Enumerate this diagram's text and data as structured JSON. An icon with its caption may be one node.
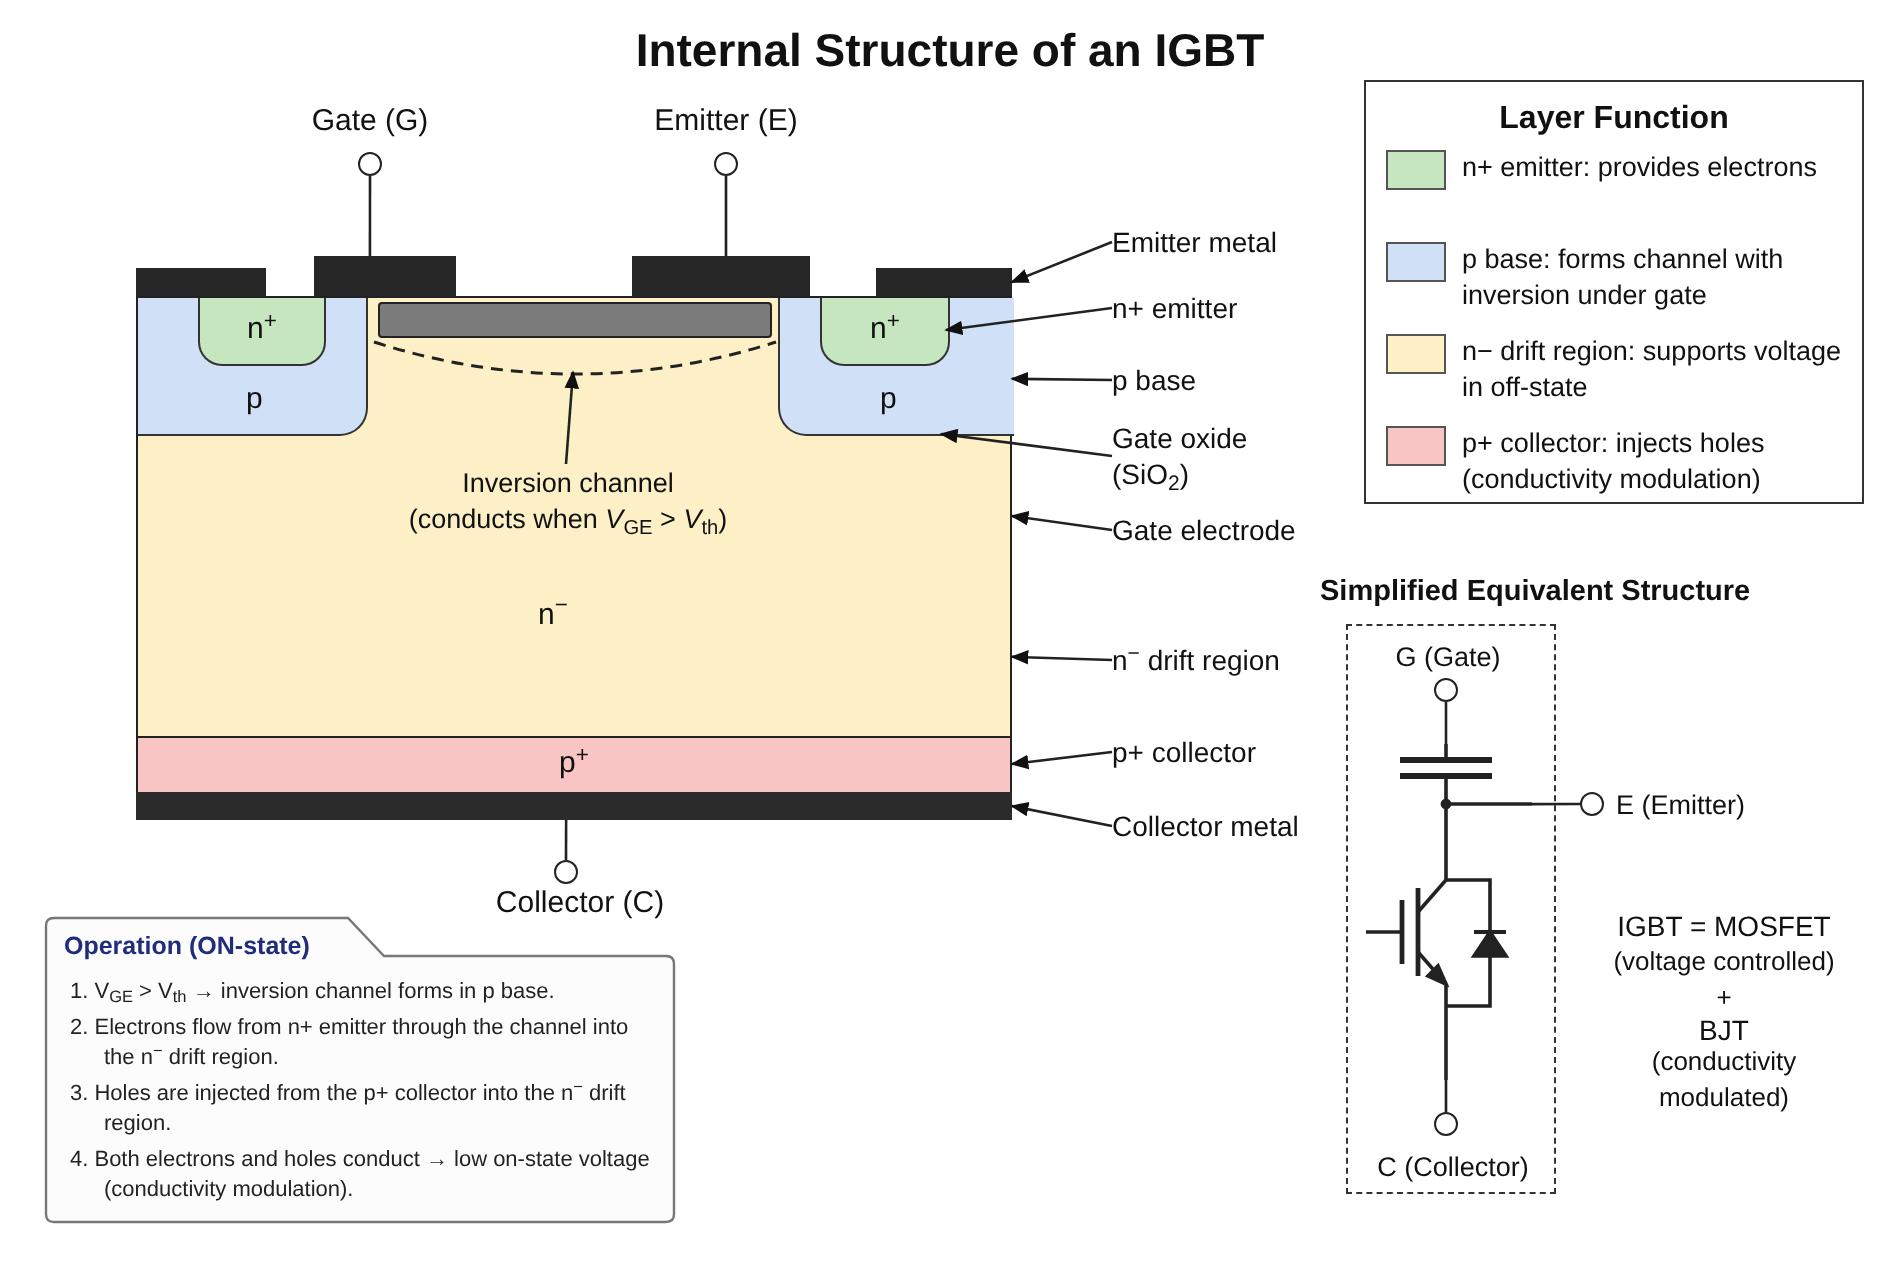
{
  "diagram": {
    "title": "Internal Structure of an IGBT",
    "nodes": [
      {
        "text": [
          "n$^{−}$"
        ]
      },
      {
        "text": [
          "p"
        ],
        "in": 0
      },
      {
        "text": [
          "n$^{+}$"
        ],
        "in": 1
      },
      {
        "text": [
          "p"
        ],
        "in": 0
      },
      {
        "text": [
          "n$^{+}$"
        ],
        "in": 3
      },
      {
        "text": [],
        "shape": "bar",
        "in": 0
      },
      {
        "text": [
          "p$^{+}$"
        ]
      },
      {
        "text": [],
        "shape": "bar"
      },
      {
        "text": [],
        "shape": "bar"
      },
      {
        "text": [],
        "shape": "bar"
      },
      {
        "text": [],
        "shape": "bar"
      },
      {
        "text": [],
        "shape": "bar"
      },
      {
        "text": [],
        "shape": "circle",
        "beside": [
          "Gate (G)"
        ]
      },
      {
        "text": [],
        "shape": "circle",
        "beside": [
          "Emitter (E)"
        ]
      },
      {
        "text": [],
        "shape": "circle",
        "beside": [
          "Collector (C)"
        ]
      },
      {
        "text": [
          "Inversion channel (conducts when *V*$_{GE}$ > *V*$_{th}$)"
        ],
        "in": 0
      },
      {
        "text": [
          "Emitter metal"
        ]
      },
      {
        "text": [
          "n+ emitter"
        ]
      },
      {
        "text": [
          "p base"
        ]
      },
      {
        "text": [
          "Gate oxide (SiO$_{2}$)"
        ]
      },
      {
        "text": [
          "Gate electrode"
        ]
      },
      {
        "text": [
          "n$^{−}$ drift region"
        ]
      },
      {
        "text": [
          "p+ collector"
        ]
      },
      {
        "text": [
          "Collector metal"
        ]
      },
      {
        "text": [
          "Operation (ON-state)",
          "1. V$_{GE}$ > V$_{th}$ → inversion channel forms in p base.",
          "2. Electrons flow from n+ emitter through the channel into the n$^{−}$ drift region.",
          "3. Holes are injected from the p+ collector into the n$^{−}$ drift region.",
          "4. Both electrons and holes conduct → low on-state voltage (conductivity modulation)."
        ]
      },
      {
        "text": [],
        "shape": "box"
      },
      {
        "text": [],
        "shape": "circle",
        "beside": [
          "G (Gate)"
        ],
        "in": 25
      },
      {
        "text": [],
        "shape": "picture",
        "in": 25
      },
      {
        "text": [],
        "shape": "circle",
        "beside": [
          "E (Emitter)"
        ]
      },
      {
        "text": [],
        "shape": "circle",
        "beside": [
          "C (Collector)"
        ],
        "in": 25
      },
      {
        "text": [],
        "shape": "arc",
        "in": 0
      }
    ],
    "edges": [
      {
        "from": 12,
        "to": 9,
        "arrow": "none"
      },
      {
        "from": 13,
        "to": 10,
        "arrow": "none"
      },
      {
        "from": 14,
        "to": 7,
        "arrow": "none"
      },
      {
        "from": 15,
        "to": 30,
        "arrow": "to"
      },
      {
        "from": 16,
        "to": 11,
        "arrow": "to"
      },
      {
        "from": 17,
        "to": 4,
        "arrow": "to"
      },
      {
        "from": 18,
        "to": 3,
        "arrow": "to"
      },
      {
        "from": 19,
        "to": 3,
        "arrow": "to"
      },
      {
        "from": 20,
        "to": 0,
        "arrow": "to"
      },
      {
        "from": 21,
        "to": 0,
        "arrow": "to"
      },
      {
        "from": 22,
        "to": 6,
        "arrow": "to"
      },
      {
        "from": 23,
        "to": 7,
        "arrow": "to"
      },
      {
        "from": 26,
        "to": 27,
        "arrow": "none"
      },
      {
        "from": 27,
        "to": 28,
        "arrow": "none"
      },
      {
        "from": 27,
        "to": 29,
        "arrow": "none"
      }
    ],
    "labels": [
      "Layer Function",
      "Simplified Equivalent Structure",
      "IGBT = MOSFET",
      "(voltage controlled)",
      "+",
      "BJT",
      "(conductivity modulated)"
    ],
    "legend": [
      {
        "text": "n+ emitter: provides electrons",
        "color": "#c6e6c0"
      },
      {
        "text": "p base: forms channel with inversion under gate",
        "color": "#cfe0f7"
      },
      {
        "text": "n− drift region: supports voltage in off-state",
        "color": "#fdf0c6"
      },
      {
        "text": "p+ collector: injects holes (conductivity modulation)",
        "color": "#f8c4c4"
      }
    ]
  }
}
